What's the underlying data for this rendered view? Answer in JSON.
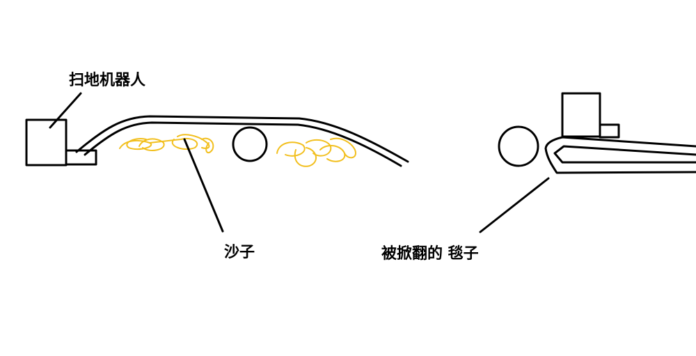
{
  "labels": {
    "robot": "扫地机器人",
    "sand": "沙子",
    "carpet": "被掀翻的 毯子"
  },
  "colors": {
    "line": "#000000",
    "sand": "#f2bf1d"
  }
}
